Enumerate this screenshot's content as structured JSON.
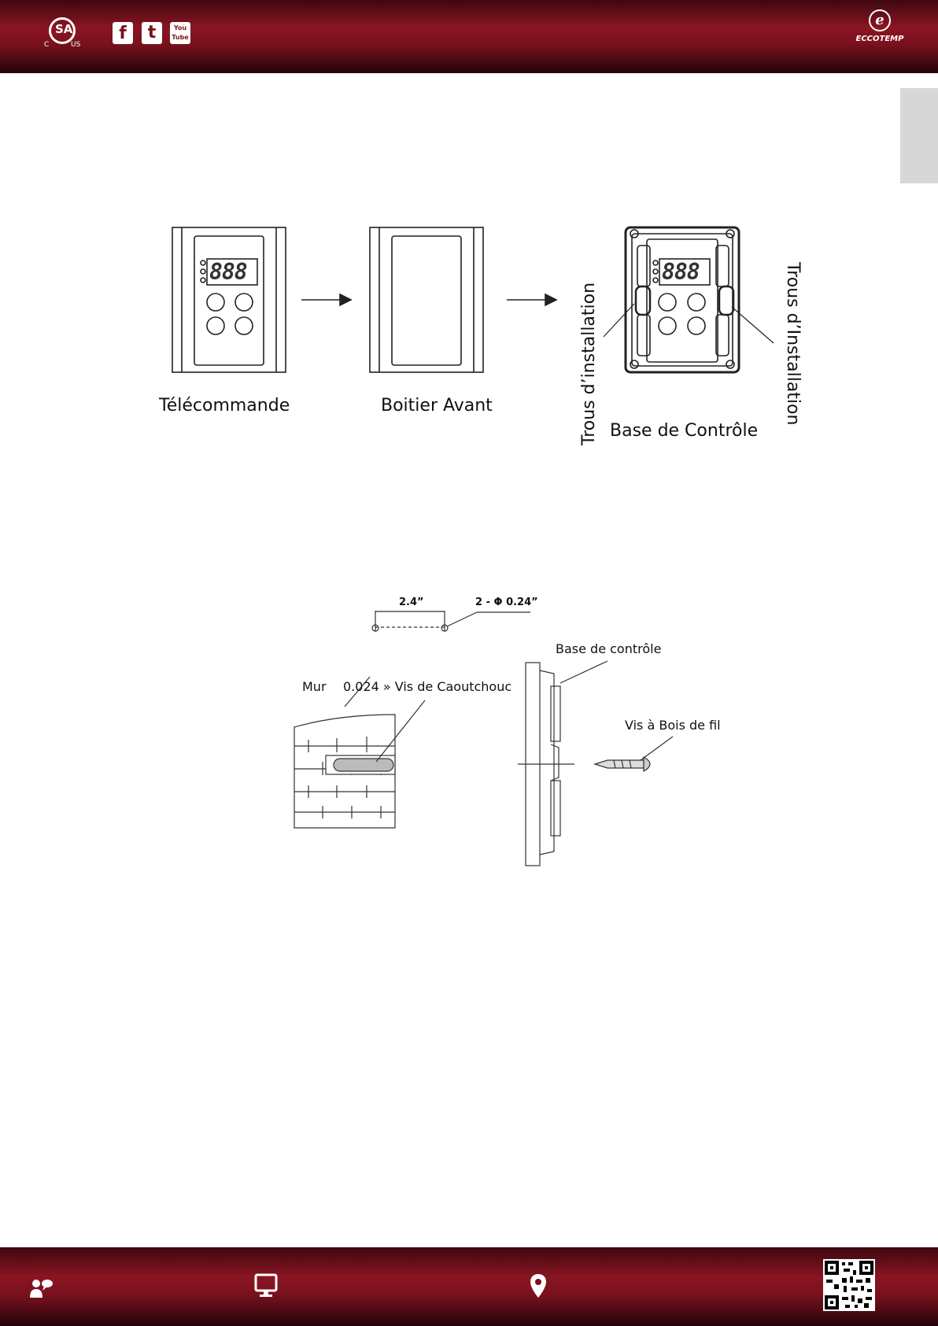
{
  "header": {
    "csa_mark": {
      "sub_left": "C",
      "sub_right": "US"
    },
    "social": [
      {
        "icon": "facebook-icon",
        "glyph": "f"
      },
      {
        "icon": "twitter-icon",
        "glyph": "t"
      },
      {
        "icon": "youtube-icon",
        "glyph_top": "You",
        "glyph_bottom": "Tube"
      }
    ],
    "brand": "ECCOTEMP"
  },
  "figure1": {
    "remote": "Télécommande",
    "front_case": "Boitier Avant",
    "hole_left": "Trous d’installation",
    "hole_right": "Trous d’Installation",
    "control_base": "Base de Contrôle",
    "display_digits": "888"
  },
  "figure2": {
    "spacing": "2.4”",
    "hole_spec": "2 - Φ 0.24”",
    "control_base": "Base de contrôle",
    "wall": "Mur",
    "rubber_screw": "0.024 » Vis de Caoutchouc",
    "wood_screw": "Vis à Bois de fil"
  },
  "footer": {
    "icons": [
      "contact-icon",
      "monitor-icon",
      "location-pin-icon",
      "qr-code-icon"
    ]
  },
  "colors": {
    "band_dark": "#3e0810",
    "band_red": "#8a1522",
    "line": "#222222"
  }
}
